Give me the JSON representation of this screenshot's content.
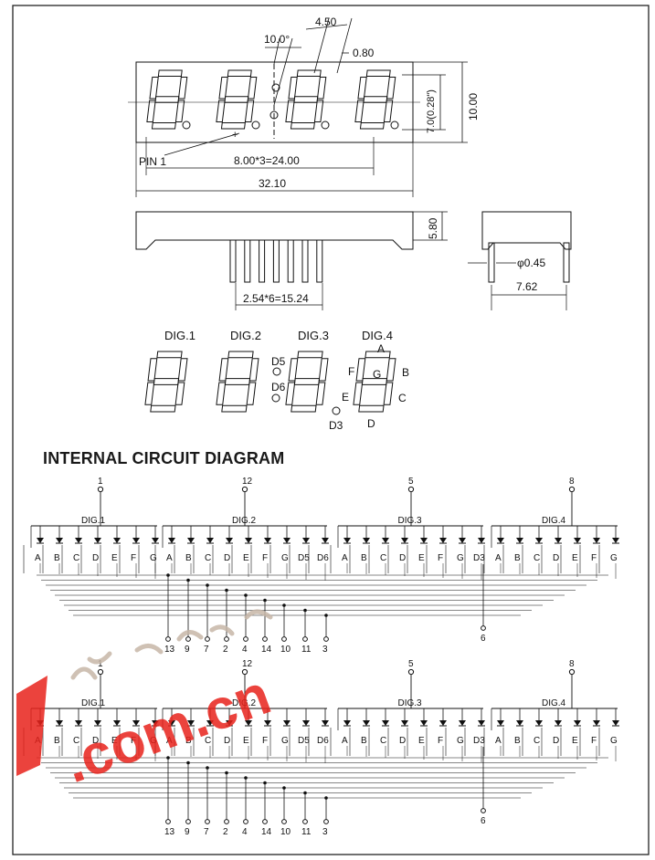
{
  "dimensions": {
    "top_digit_pitch": "4.50",
    "angle": "10.0°",
    "segment_width": "0.80",
    "char_height": "7.0(0.28\")",
    "body_height": "10.00",
    "pin1": "PIN 1",
    "digit_span": "8.00*3=24.00",
    "body_width": "32.10",
    "side_height": "5.80",
    "pin_pitch": "2.54*6=15.24",
    "pin_diameter": "φ0.45",
    "row_spacing": "7.62"
  },
  "segment_map": {
    "digits": [
      "DIG.1",
      "DIG.2",
      "DIG.3",
      "DIG.4"
    ],
    "seg_labels": {
      "A": "A",
      "B": "B",
      "C": "C",
      "D": "D",
      "E": "E",
      "F": "F",
      "G": "G"
    },
    "dots": {
      "d5": "D5",
      "d6": "D6",
      "d3": "D3"
    }
  },
  "circuit": {
    "title": "INTERNAL CIRCUIT DIAGRAM",
    "common_pins": [
      "1",
      "12",
      "5",
      "8"
    ],
    "groups": [
      {
        "name": "DIG.1",
        "segments": [
          "A",
          "B",
          "C",
          "D",
          "E",
          "F",
          "G"
        ]
      },
      {
        "name": "DIG.2",
        "segments": [
          "A",
          "B",
          "C",
          "D",
          "E",
          "F",
          "G",
          "D5",
          "D6"
        ]
      },
      {
        "name": "DIG.3",
        "segments": [
          "A",
          "B",
          "C",
          "D",
          "E",
          "F",
          "G",
          "D3"
        ]
      },
      {
        "name": "DIG.4",
        "segments": [
          "A",
          "B",
          "C",
          "D",
          "E",
          "F",
          "G"
        ]
      }
    ],
    "bottom_pins": [
      "13",
      "9",
      "7",
      "2",
      "4",
      "14",
      "10",
      "11",
      "3"
    ],
    "dp_pin": "6"
  },
  "watermark": {
    "text": ".com.cn",
    "color": "#e8231c"
  }
}
